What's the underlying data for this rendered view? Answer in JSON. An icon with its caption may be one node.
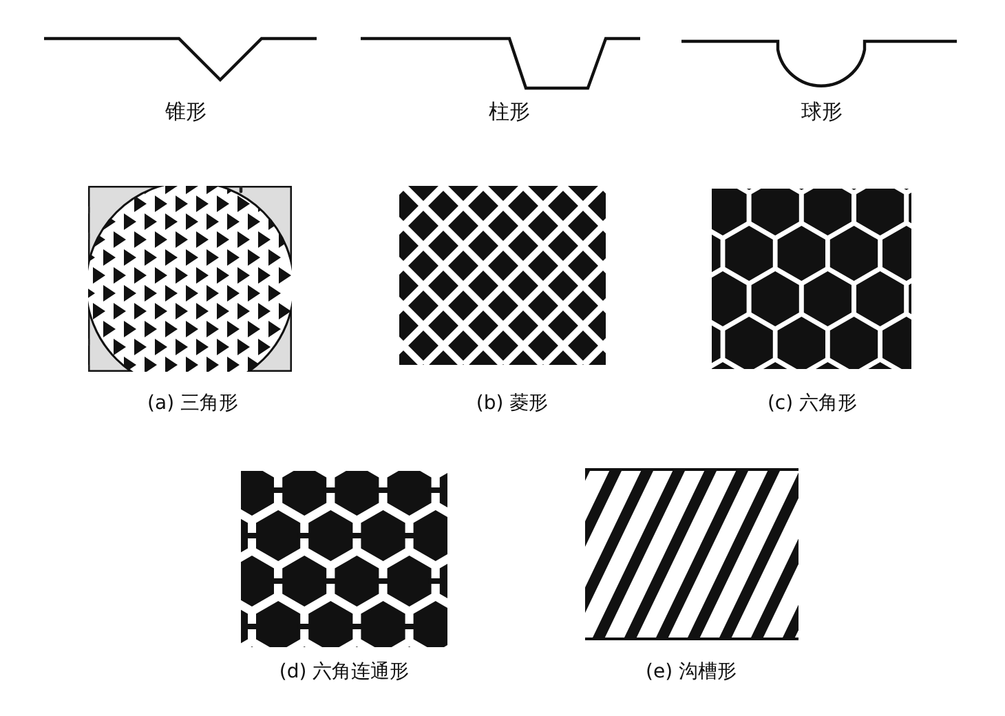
{
  "diagram": {
    "labels": [
      "锥形",
      "柱形",
      "球形",
      "(a) 三角形",
      "(b) 菱形",
      "(c) 六角形",
      "(d) 六角连通形",
      "(e) 沟槽形"
    ]
  }
}
